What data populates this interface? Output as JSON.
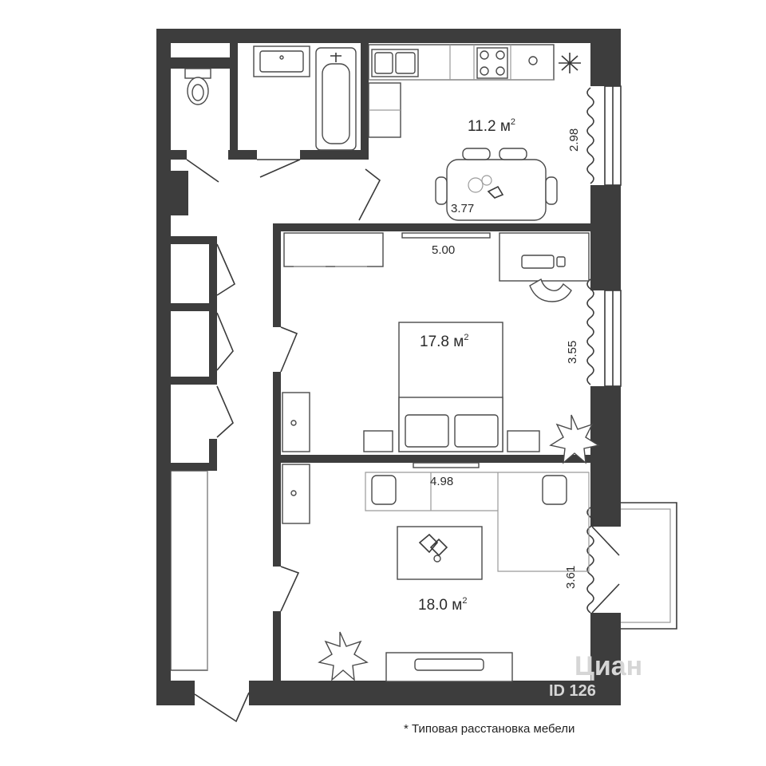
{
  "rooms": [
    {
      "id": "kitchen",
      "area": "11.2 м",
      "sup": "2"
    },
    {
      "id": "bedroom",
      "area": "17.8 м",
      "sup": "2"
    },
    {
      "id": "living",
      "area": "18.0 м",
      "sup": "2"
    }
  ],
  "dimensions": {
    "kitchen_height": "2.98",
    "kitchen_width": "3.77",
    "bedroom_width": "5.00",
    "bedroom_height": "3.55",
    "living_width": "4.98",
    "living_height": "3.61"
  },
  "footnote": "* Типовая расстановка мебели",
  "watermark": {
    "brand": "Циан",
    "id": "ID 126"
  },
  "colors": {
    "wall": "#3d3d3d",
    "background": "#ffffff"
  }
}
